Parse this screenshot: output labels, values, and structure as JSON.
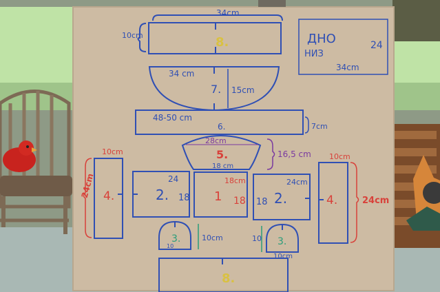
{
  "labels": {
    "top_width": "34cm",
    "p8_top_height": "10cm",
    "p8_num": "8.",
    "dno_title": "ДНО",
    "dno_sub": "НИЗ",
    "dno_w": "34cm",
    "dno_h": "24",
    "p7_w": "34 cm",
    "p7_h": "15cm",
    "p7_num": "7.",
    "p6_w": "48-50 cm",
    "p6_num": "6.",
    "p6_h": "7cm",
    "p5_top": "28cm",
    "p5_num": "5.",
    "p5_bot": "18 cm",
    "p5_h": "16,5 cm",
    "p4l_w": "10cm",
    "p4l_h": "24cm",
    "p4l_num": "4.",
    "p2l_num": "2.",
    "p2l_h": "24",
    "p2l_w": "18",
    "p1_top": "18cm",
    "p1_num": "1",
    "p1_side": "18",
    "p2r_h": "24cm",
    "p2r_num": "2.",
    "p2r_side": "18",
    "p4r_w": "10cm",
    "p4r_num": "4.",
    "p4r_h": "24cm",
    "p3l_num": "3.",
    "p3l_h": "10cm",
    "p3l_base": "10",
    "p3r_num": "3.",
    "p3r_h": "10",
    "p3r_base": "10cm",
    "p8_bot_num": "8."
  },
  "colors": {
    "blue": "#2f4fb4",
    "red": "#d8413a",
    "yellow": "#d9c142",
    "green": "#2a9d7a",
    "purple": "#7a3aa0",
    "cardboard": "#cdbba3"
  }
}
